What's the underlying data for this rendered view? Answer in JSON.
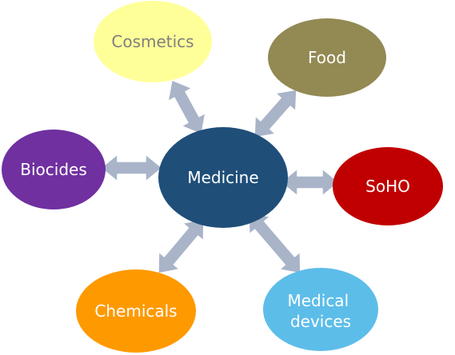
{
  "center": {
    "label": "Medicine",
    "fill": "#1f4e79",
    "text_color": "#ffffff"
  },
  "nodes": [
    {
      "id": "cosmetics",
      "label": "Cosmetics",
      "fill": "#ffff99",
      "text_color": "#7f7f7f"
    },
    {
      "id": "food",
      "label": "Food",
      "fill": "#938953",
      "text_color": "#ffffff"
    },
    {
      "id": "biocides",
      "label": "Biocides",
      "fill": "#7030a0",
      "text_color": "#ffffff"
    },
    {
      "id": "soho",
      "label": "SoHO",
      "fill": "#c00000",
      "text_color": "#ffffff"
    },
    {
      "id": "chemicals",
      "label": "Chemicals",
      "fill": "#ff9900",
      "text_color": "#ffffff"
    },
    {
      "id": "medical-devices",
      "label_lines": [
        "Medical",
        "devices"
      ],
      "fill": "#5dbde9",
      "text_color": "#ffffff"
    }
  ],
  "arrow_color": "#a9b4c9"
}
